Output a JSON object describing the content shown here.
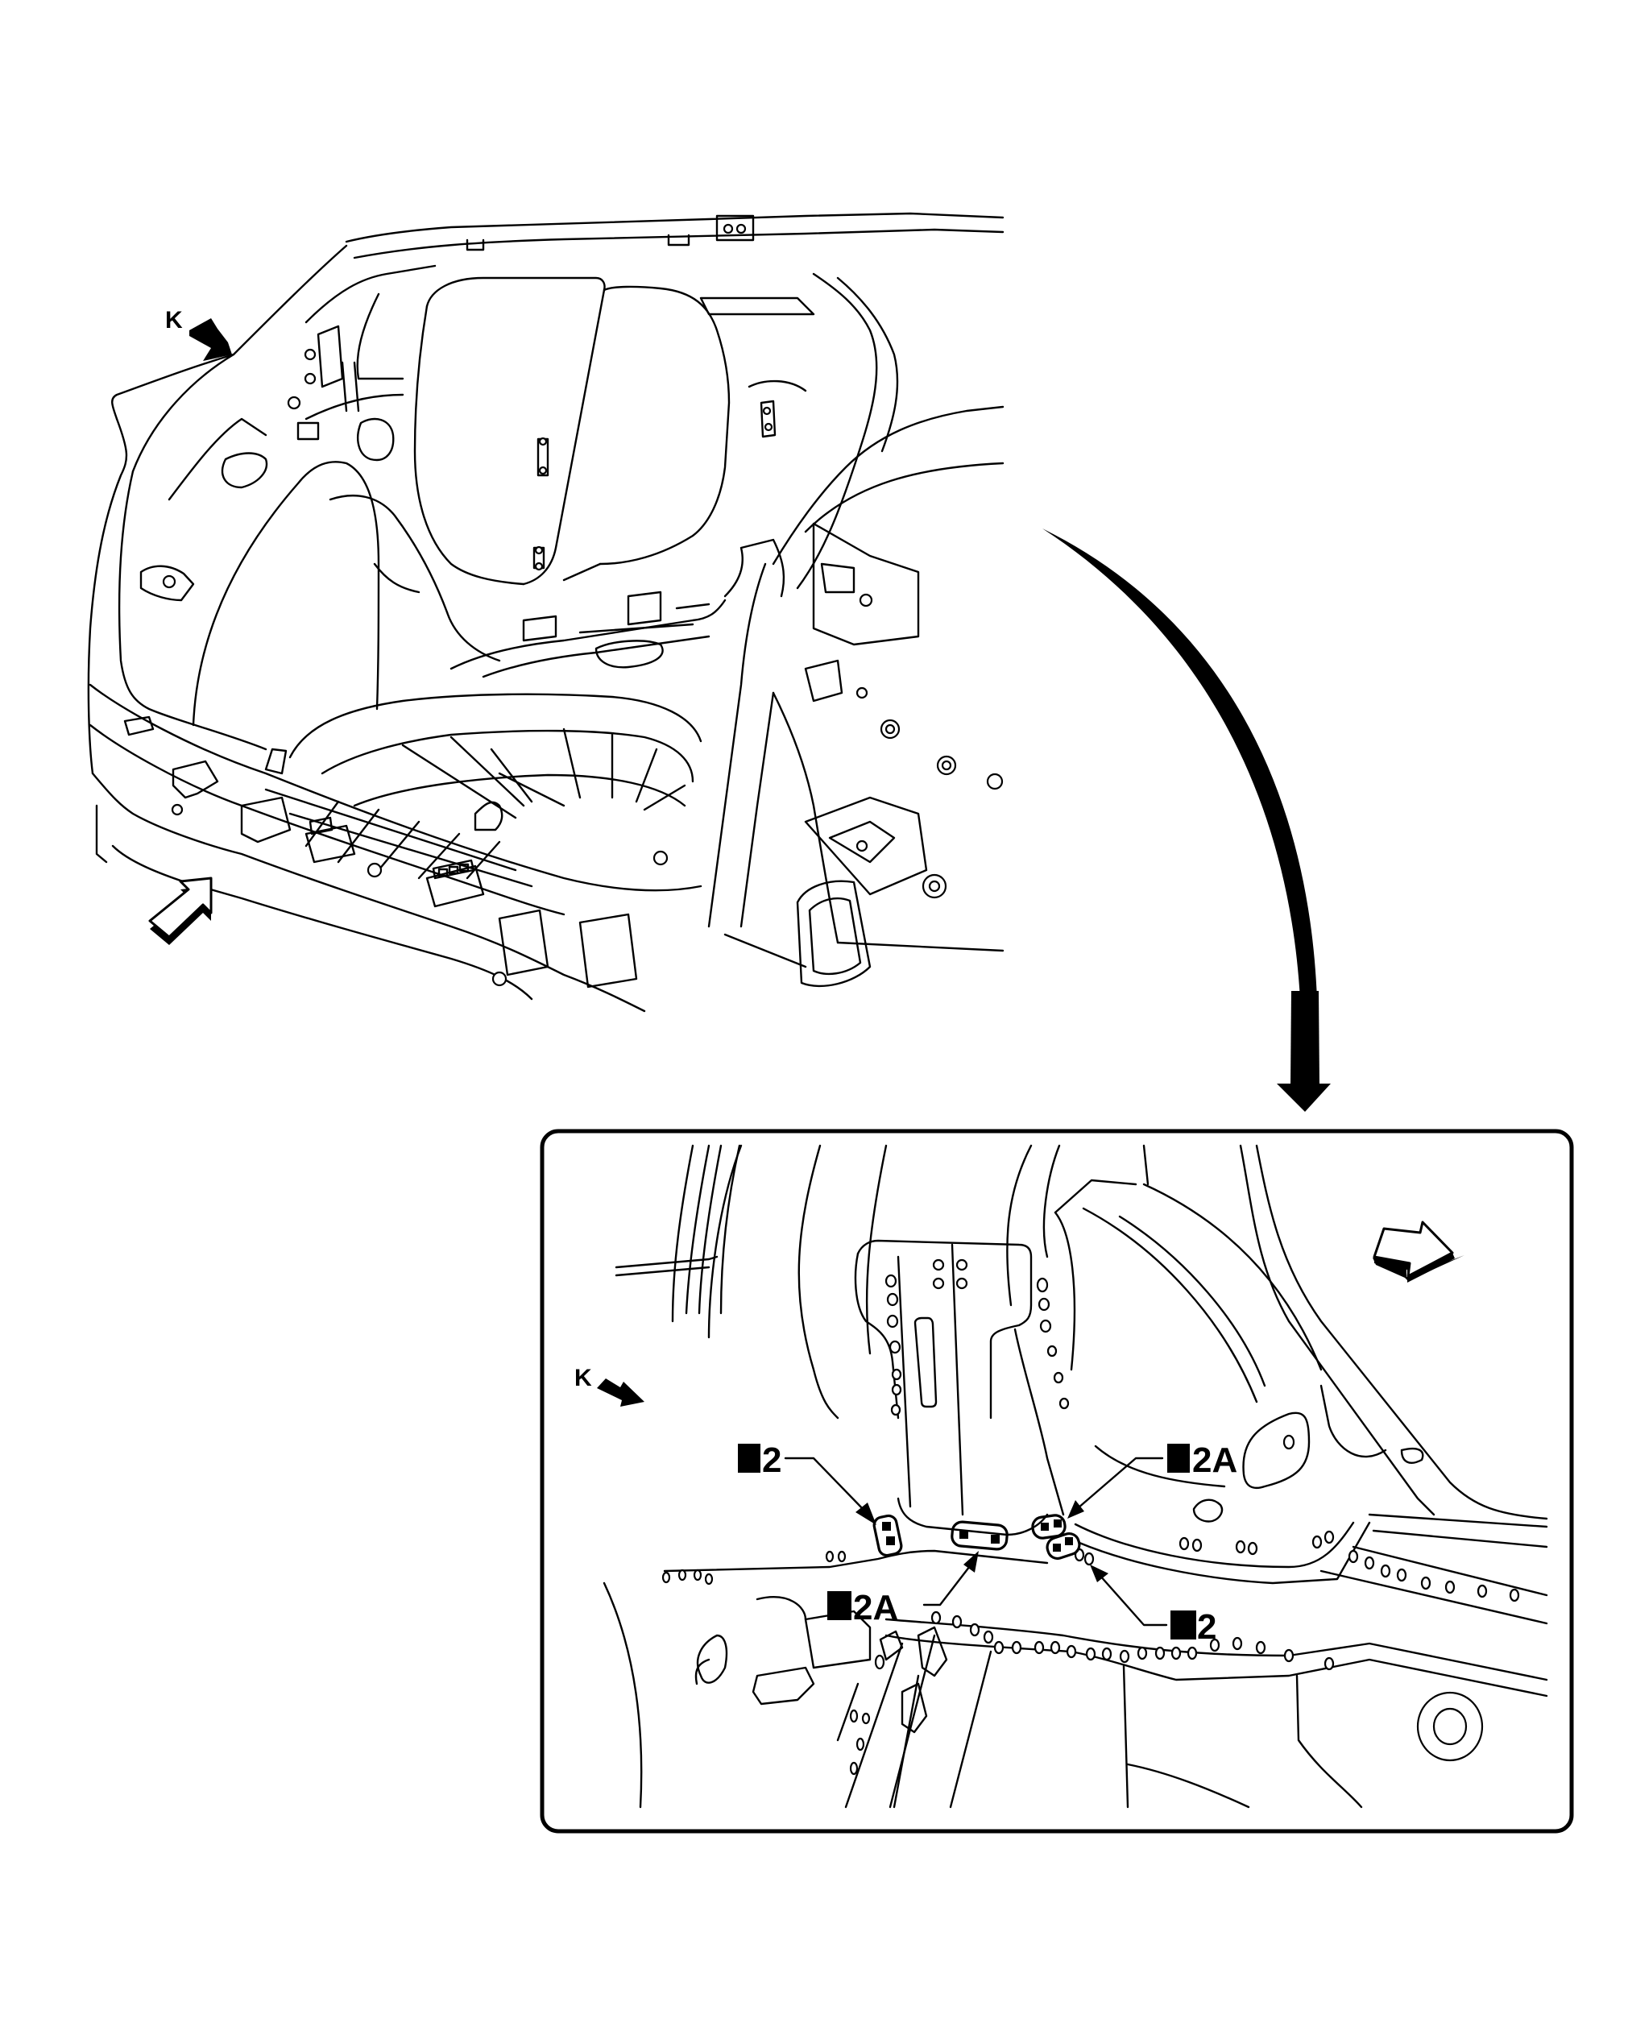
{
  "figure": {
    "overview": {
      "view_marker_label": "K"
    },
    "detail": {
      "view_marker_label": "K",
      "callouts": [
        {
          "id": "c1",
          "symbol": "weld-square",
          "text": "2"
        },
        {
          "id": "c2",
          "symbol": "weld-square",
          "text": "2A"
        },
        {
          "id": "c3",
          "symbol": "weld-square",
          "text": "2A"
        },
        {
          "id": "c4",
          "symbol": "weld-square",
          "text": "2"
        }
      ]
    },
    "icons": {
      "overview_view_arrow": "solid-arrow-icon",
      "overview_front_arrow": "front-direction-arrow-icon",
      "transition_arrow": "curved-arrow-icon",
      "detail_view_arrow": "solid-arrow-icon",
      "detail_front_arrow": "front-direction-arrow-icon"
    },
    "colors": {
      "ink": "#000000",
      "paper": "#ffffff"
    }
  }
}
